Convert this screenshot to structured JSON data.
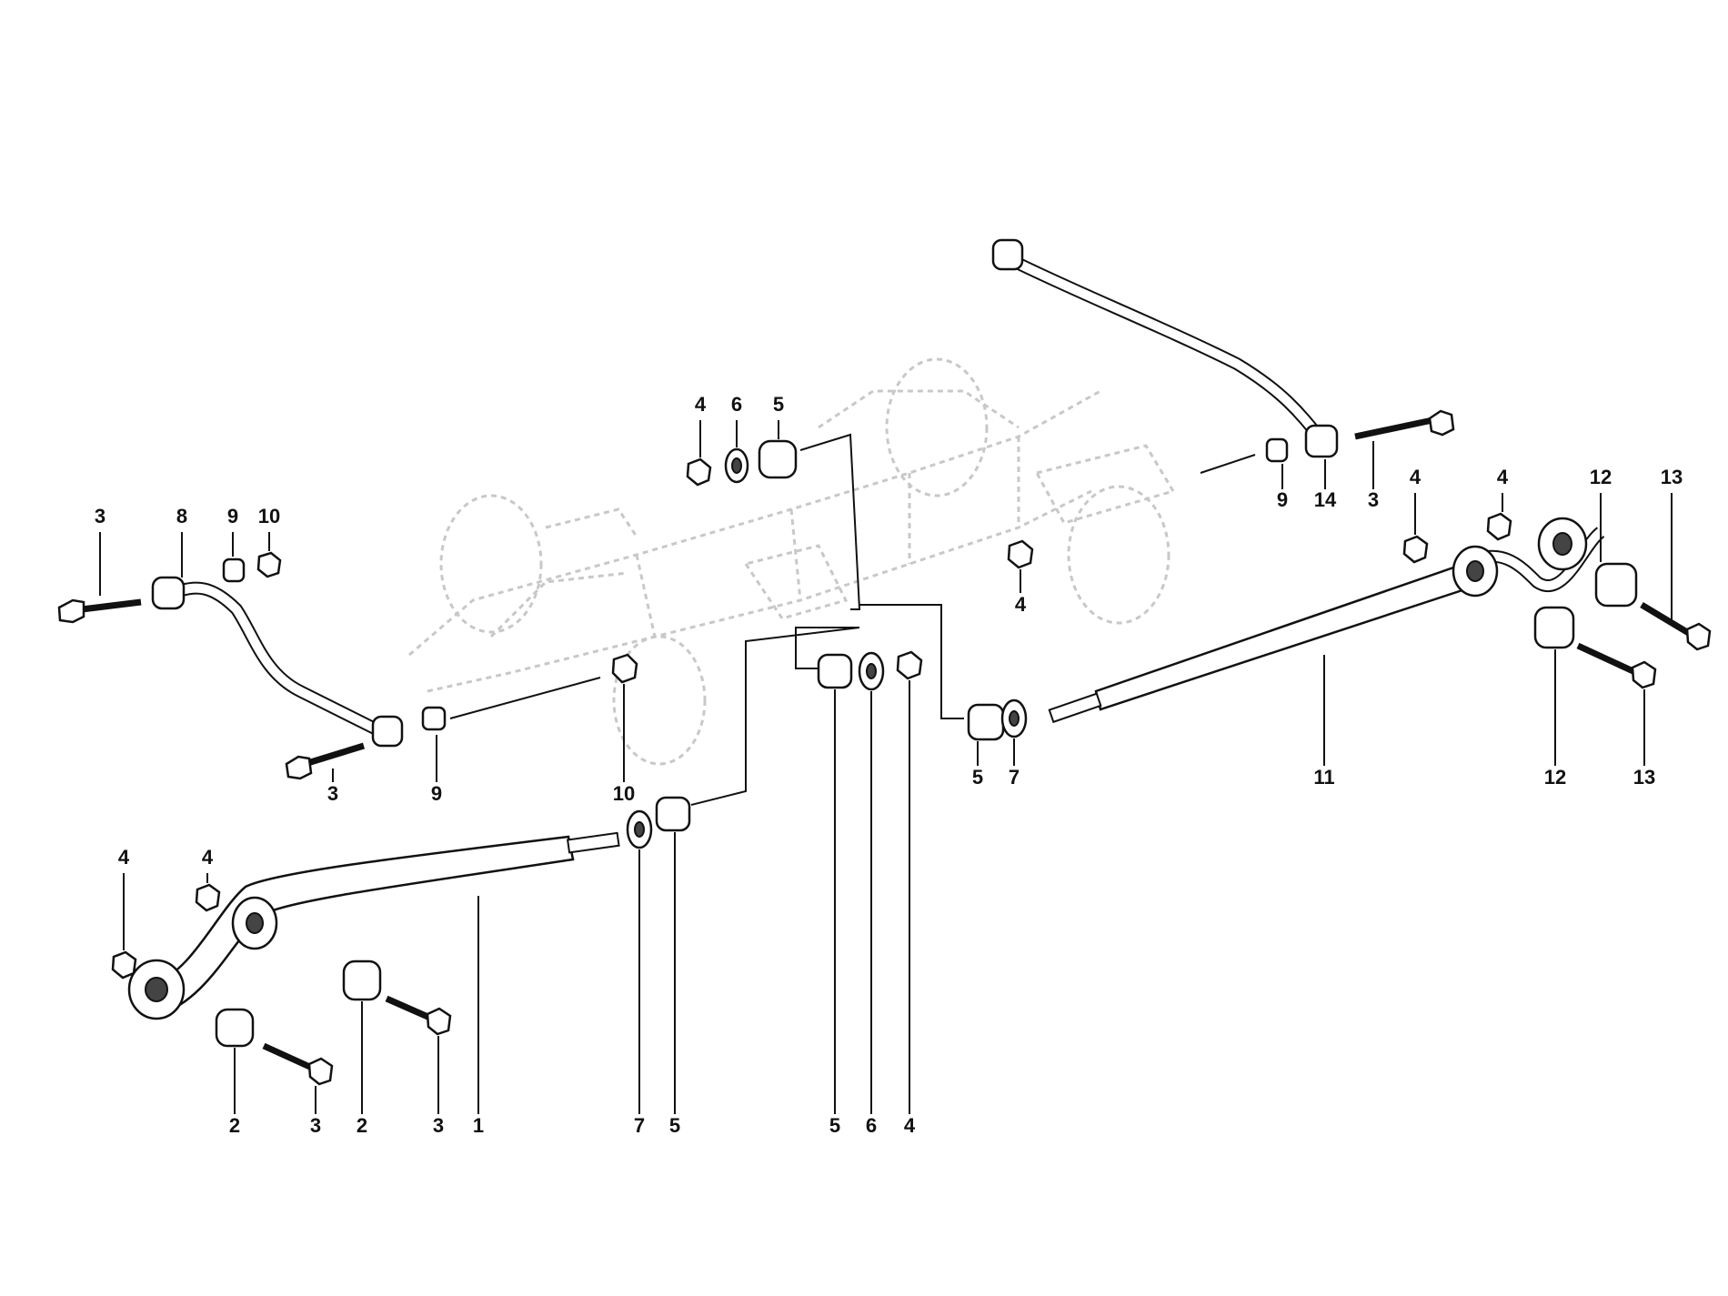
{
  "callouts": [
    {
      "label": "3"
    },
    {
      "label": "8"
    },
    {
      "label": "9"
    },
    {
      "label": "10"
    },
    {
      "label": "3"
    },
    {
      "label": "9"
    },
    {
      "label": "10"
    },
    {
      "label": "4"
    },
    {
      "label": "6"
    },
    {
      "label": "5"
    },
    {
      "label": "9"
    },
    {
      "label": "14"
    },
    {
      "label": "3"
    },
    {
      "label": "4"
    },
    {
      "label": "4"
    },
    {
      "label": "12"
    },
    {
      "label": "13"
    },
    {
      "label": "4"
    },
    {
      "label": "5"
    },
    {
      "label": "7"
    },
    {
      "label": "11"
    },
    {
      "label": "12"
    },
    {
      "label": "13"
    },
    {
      "label": "4"
    },
    {
      "label": "4"
    },
    {
      "label": "2"
    },
    {
      "label": "3"
    },
    {
      "label": "2"
    },
    {
      "label": "3"
    },
    {
      "label": "1"
    },
    {
      "label": "7"
    },
    {
      "label": "5"
    },
    {
      "label": "5"
    },
    {
      "label": "6"
    },
    {
      "label": "4"
    }
  ]
}
